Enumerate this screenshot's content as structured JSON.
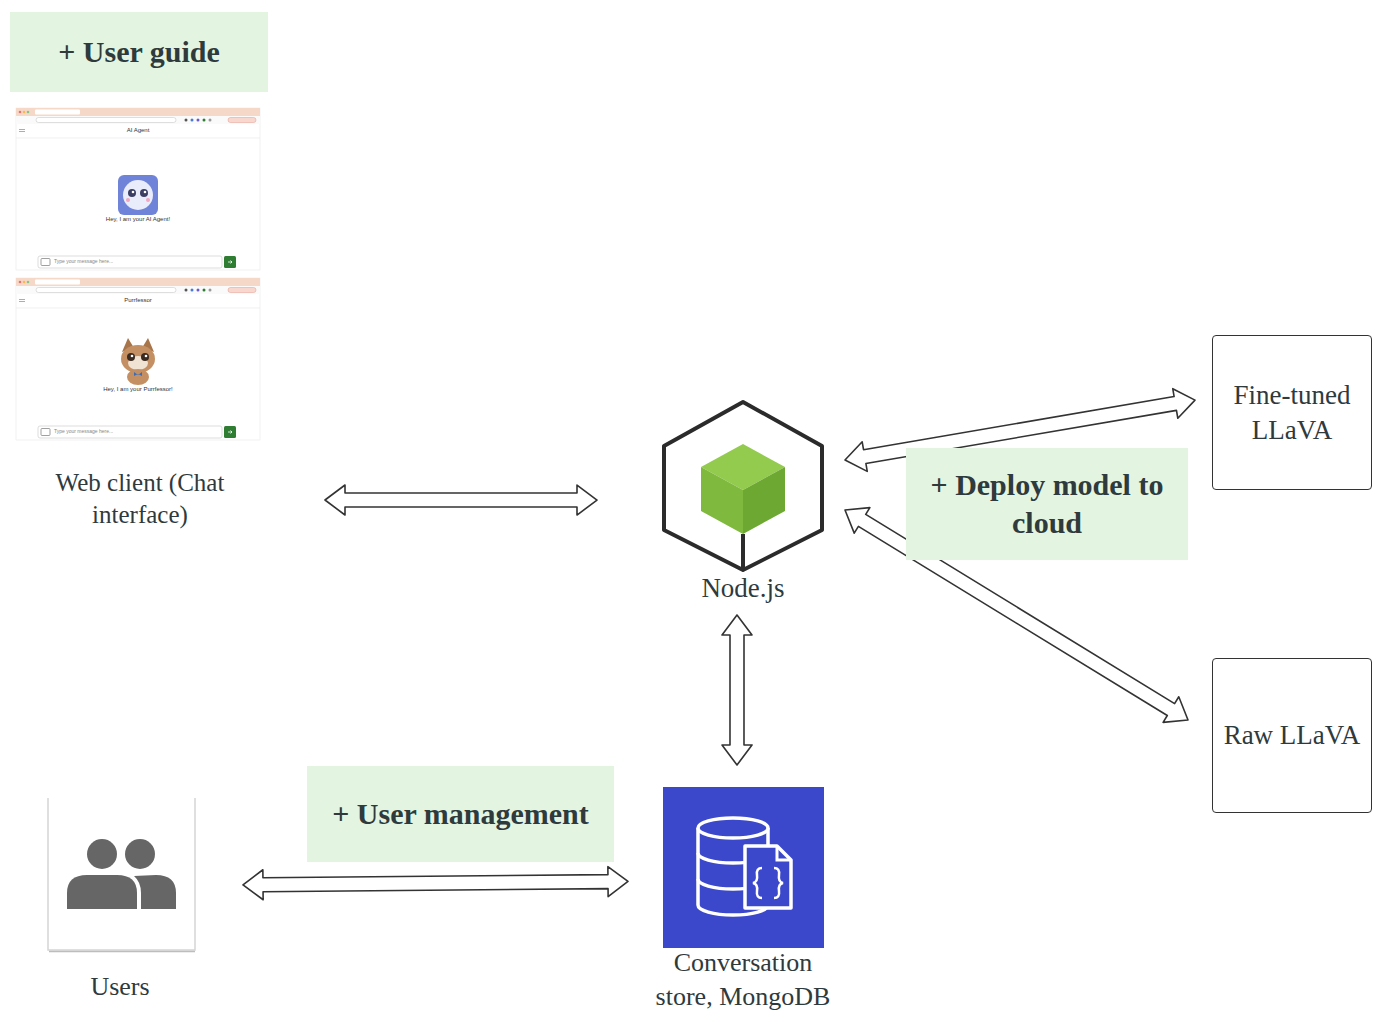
{
  "diagram": {
    "nodes": [
      {
        "text": [
          "+ User guide"
        ]
      },
      {
        "text": [
          "Web client (Chat interface)"
        ]
      },
      {
        "text": [
          "Node.js"
        ]
      },
      {
        "text": [
          "+ Deploy model to cloud"
        ]
      },
      {
        "text": [
          "Fine-tuned LLaVA"
        ]
      },
      {
        "text": [
          "Raw LLaVA"
        ]
      },
      {
        "text": [
          "+ User management"
        ]
      },
      {
        "text": [
          "Users"
        ]
      },
      {
        "text": [
          "Conversation store, MongoDB"
        ]
      }
    ],
    "edges": [
      {
        "from": 1,
        "to": 2,
        "arrow": "both"
      },
      {
        "from": 2,
        "to": 4,
        "arrow": "both"
      },
      {
        "from": 2,
        "to": 5,
        "arrow": "both"
      },
      {
        "from": 2,
        "to": 8,
        "arrow": "both"
      },
      {
        "from": 7,
        "to": 8,
        "arrow": "both"
      }
    ],
    "labels": [
      "AI Agent",
      "Hey, I am your AI Agent!",
      "Type your message here...",
      "Purrfessor",
      "Hey, I am your Purrfessor!",
      "Type your message here..."
    ]
  }
}
